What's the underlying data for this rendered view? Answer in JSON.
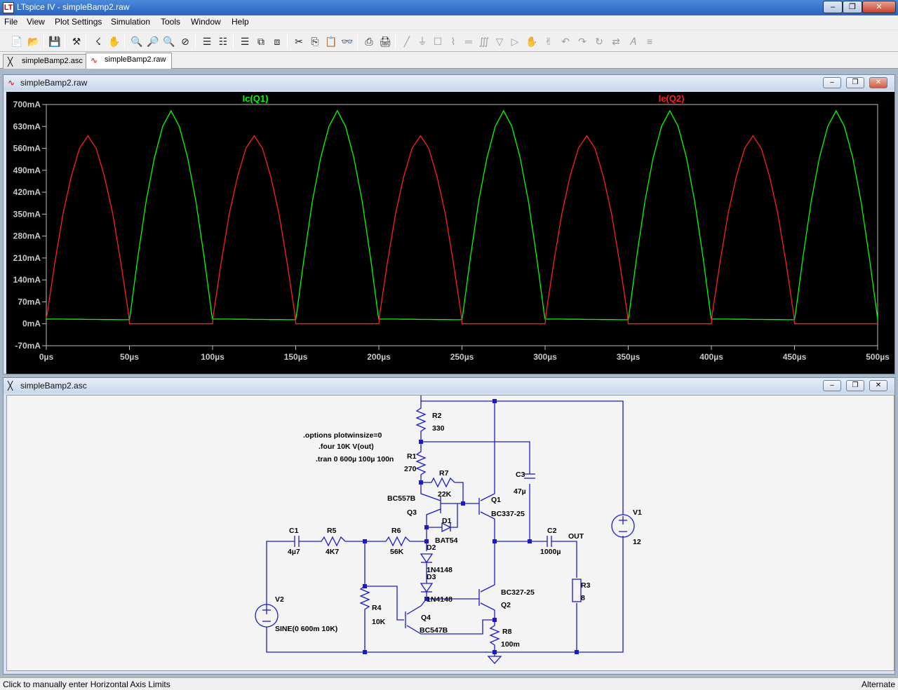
{
  "window": {
    "title": "LTspice IV - simpleBamp2.raw",
    "app_icon_glyph": "LT"
  },
  "menubar": {
    "items": [
      "File",
      "View",
      "Plot Settings",
      "Simulation",
      "Tools",
      "Window",
      "Help"
    ]
  },
  "tabs": [
    {
      "label": "simpleBamp2.asc",
      "icon": "schematic-icon"
    },
    {
      "label": "simpleBamp2.raw",
      "icon": "waveform-icon"
    }
  ],
  "plot_window": {
    "title": "simpleBamp2.raw"
  },
  "schematic_window": {
    "title": "simpleBamp2.asc"
  },
  "colors": {
    "trace_ic_q1": "#00ff00",
    "trace_ie_q2": "#ff2020",
    "plot_bg": "#000000",
    "wire": "#1a1acd",
    "axis_text": "#c8c8c8"
  },
  "chart_data": {
    "type": "line",
    "series": [
      {
        "name": "Ic(Q1)",
        "color": "#00ff00",
        "x": [
          0,
          5,
          10,
          15,
          20,
          25,
          30,
          35,
          40,
          45,
          50,
          50.5,
          55,
          60,
          65,
          70,
          75,
          80,
          85,
          90,
          95,
          99.5,
          100,
          105,
          110,
          115,
          120,
          125,
          130,
          135,
          140,
          145,
          150,
          150.5,
          155,
          160,
          165,
          170,
          175,
          180,
          185,
          190,
          195,
          199.5,
          200,
          205,
          210,
          215,
          220,
          225,
          230,
          235,
          240,
          245,
          250,
          250.5,
          255,
          260,
          265,
          270,
          275,
          280,
          285,
          290,
          295,
          299.5,
          300,
          305,
          310,
          315,
          320,
          325,
          330,
          335,
          340,
          345,
          350,
          350.5,
          355,
          360,
          365,
          370,
          375,
          380,
          385,
          390,
          395,
          399.5,
          400,
          405,
          410,
          415,
          420,
          425,
          430,
          435,
          440,
          445,
          450,
          450.5,
          455,
          460,
          465,
          470,
          475,
          480,
          485,
          490,
          495,
          500
        ],
        "y": [
          15,
          15,
          15,
          14.5,
          14.5,
          14,
          14,
          13.5,
          13.5,
          13,
          13,
          30,
          210,
          390,
          530,
          630,
          680,
          630,
          530,
          390,
          210,
          30,
          15,
          15,
          15,
          14.5,
          14.5,
          14,
          14,
          13.5,
          13.5,
          13,
          13,
          30,
          210,
          390,
          530,
          630,
          680,
          630,
          530,
          390,
          210,
          30,
          15,
          15,
          15,
          14.5,
          14.5,
          14,
          14,
          13.5,
          13.5,
          13,
          13,
          30,
          210,
          390,
          530,
          630,
          680,
          630,
          530,
          390,
          210,
          30,
          15,
          15,
          15,
          14.5,
          14.5,
          14,
          14,
          13.5,
          13.5,
          13,
          13,
          30,
          210,
          390,
          530,
          630,
          680,
          630,
          530,
          390,
          210,
          30,
          15,
          15,
          15,
          14.5,
          14.5,
          14,
          14,
          13.5,
          13.5,
          13,
          13,
          30,
          210,
          390,
          530,
          630,
          680,
          630,
          530,
          390,
          210,
          15
        ]
      },
      {
        "name": "Ie(Q2)",
        "color": "#ff2020",
        "x": [
          0,
          0.5,
          5,
          10,
          15,
          20,
          25,
          30,
          35,
          40,
          45,
          49.5,
          50,
          55,
          60,
          65,
          70,
          75,
          80,
          85,
          90,
          95,
          100,
          100.5,
          105,
          110,
          115,
          120,
          125,
          130,
          135,
          140,
          145,
          149.5,
          150,
          155,
          160,
          165,
          170,
          175,
          180,
          185,
          190,
          195,
          200,
          200.5,
          205,
          210,
          215,
          220,
          225,
          230,
          235,
          240,
          245,
          249.5,
          250,
          255,
          260,
          265,
          270,
          275,
          280,
          285,
          290,
          295,
          300,
          300.5,
          305,
          310,
          315,
          320,
          325,
          330,
          335,
          340,
          345,
          349.5,
          350,
          355,
          360,
          365,
          370,
          375,
          380,
          385,
          390,
          395,
          400,
          400.5,
          405,
          410,
          415,
          420,
          425,
          430,
          435,
          440,
          445,
          449.5,
          450,
          455,
          460,
          465,
          470,
          475,
          480,
          485,
          490,
          495,
          500
        ],
        "y": [
          20,
          30,
          190,
          350,
          470,
          560,
          600,
          560,
          470,
          350,
          190,
          30,
          0,
          0,
          0,
          0,
          0,
          0,
          0,
          0,
          0,
          0,
          0,
          30,
          190,
          350,
          470,
          560,
          600,
          560,
          470,
          350,
          190,
          30,
          0,
          0,
          0,
          0,
          0,
          0,
          0,
          0,
          0,
          0,
          0,
          30,
          190,
          350,
          470,
          560,
          600,
          560,
          470,
          350,
          190,
          30,
          0,
          0,
          0,
          0,
          0,
          0,
          0,
          0,
          0,
          0,
          0,
          30,
          190,
          350,
          470,
          560,
          600,
          560,
          470,
          350,
          190,
          30,
          0,
          0,
          0,
          0,
          0,
          0,
          0,
          0,
          0,
          0,
          0,
          30,
          190,
          350,
          470,
          560,
          600,
          560,
          470,
          350,
          190,
          30,
          0,
          0,
          0,
          0,
          0,
          0,
          0,
          0,
          0,
          0,
          0
        ]
      }
    ],
    "xlabel": "",
    "ylabel": "",
    "xlim": [
      0,
      500
    ],
    "ylim": [
      -70,
      700
    ],
    "x_ticks": [
      0,
      50,
      100,
      150,
      200,
      250,
      300,
      350,
      400,
      450,
      500
    ],
    "x_tick_labels": [
      "0µs",
      "50µs",
      "100µs",
      "150µs",
      "200µs",
      "250µs",
      "300µs",
      "350µs",
      "400µs",
      "450µs",
      "500µs"
    ],
    "y_ticks": [
      -70,
      0,
      70,
      140,
      210,
      280,
      350,
      420,
      490,
      560,
      630,
      700
    ],
    "y_tick_labels": [
      "-70mA",
      "0mA",
      "70mA",
      "140mA",
      "210mA",
      "280mA",
      "350mA",
      "420mA",
      "490mA",
      "560mA",
      "630mA",
      "700mA"
    ],
    "grid": false,
    "legend": "top"
  },
  "schematic": {
    "directives": [
      ".options plotwinsize=0",
      ".four 10K V(out)",
      ".tran 0 600µ 100µ 100n"
    ],
    "components": {
      "R2": "330",
      "R1": "270",
      "R7": "22K",
      "C3": "47µ",
      "Q1": "BC337-25",
      "Q3": "BC557B",
      "D1": "BAT54",
      "V1": "12",
      "C1": "4µ7",
      "R5": "4K7",
      "R6": "56K",
      "C2": "1000µ",
      "D2": "1N4148",
      "D3": "1N4148",
      "R3": "8",
      "Q2": "BC327-25",
      "V2": "SINE(0 600m 10K)",
      "R4": "10K",
      "Q4": "BC547B",
      "R8": "100m"
    },
    "net_out": "OUT"
  },
  "statusbar": {
    "left": "Click to manually enter Horizontal Axis Limits",
    "right": "Alternate"
  }
}
